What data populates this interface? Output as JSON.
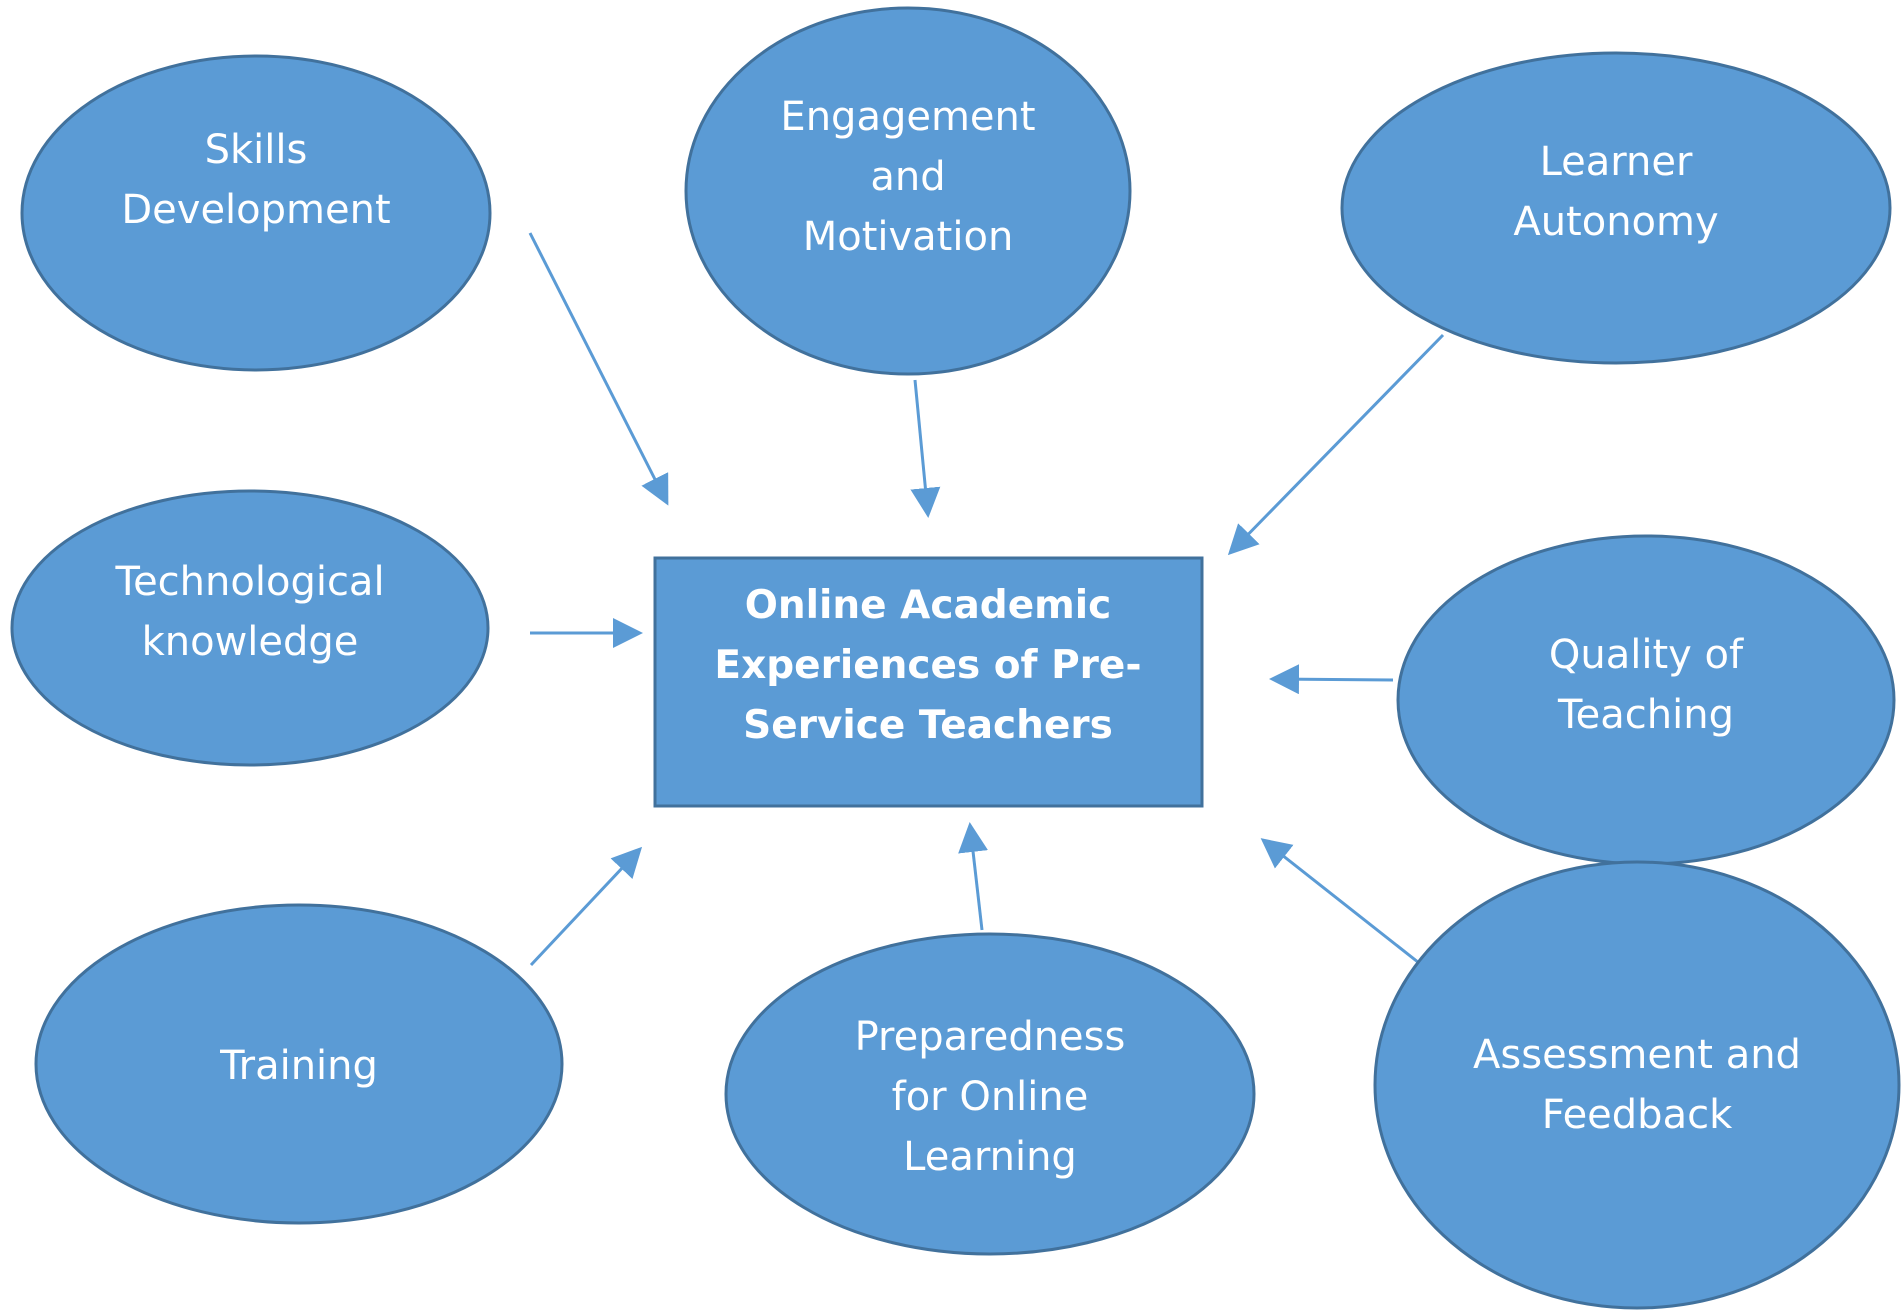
{
  "colors": {
    "node_fill": "#5b9bd5",
    "node_stroke": "#41719c",
    "arrow": "#5b9bd5",
    "text": "#ffffff",
    "background": "#ffffff"
  },
  "center": {
    "lines": [
      "Online Academic",
      "Experiences of Pre-",
      "Service Teachers"
    ]
  },
  "factors": [
    {
      "id": "skills-development",
      "lines": [
        "Skills",
        "Development"
      ]
    },
    {
      "id": "engagement-motivation",
      "lines": [
        "Engagement",
        "and",
        "Motivation"
      ]
    },
    {
      "id": "learner-autonomy",
      "lines": [
        "Learner",
        "Autonomy"
      ]
    },
    {
      "id": "technological-knowledge",
      "lines": [
        "Technological",
        "knowledge"
      ]
    },
    {
      "id": "quality-of-teaching",
      "lines": [
        "Quality of",
        "Teaching"
      ]
    },
    {
      "id": "training",
      "lines": [
        "Training"
      ]
    },
    {
      "id": "preparedness-online-learning",
      "lines": [
        "Preparedness",
        "for Online",
        "Learning"
      ]
    },
    {
      "id": "assessment-feedback",
      "lines": [
        "Assessment and",
        "Feedback"
      ]
    }
  ]
}
